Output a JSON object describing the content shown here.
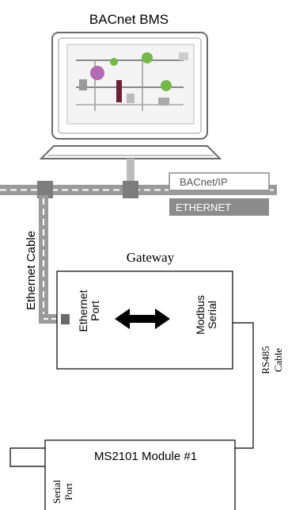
{
  "diagram": {
    "bms_title": "BACnet BMS",
    "bacnet_ip_label": "BACnet/IP",
    "ethernet_label": "ETHERNET",
    "ethernet_cable_label": "Ethernet Cable",
    "gateway_title": "Gateway",
    "gateway_port_left_line1": "Ethernet",
    "gateway_port_left_line2": "Port",
    "gateway_port_right_line1": "Modbus",
    "gateway_port_right_line2": "Serial",
    "rs485_line1": "RS485",
    "rs485_line2": "Cable",
    "module_title": "MS2101 Module #1",
    "module_port_line1": "Serial",
    "module_port_line2": "Port"
  },
  "colors": {
    "network_bar": "#9a9a9a",
    "network_dark": "#7c7c7c",
    "dash": "#ffffff",
    "outline": "#000000",
    "screen_bg": "#f4f4f4",
    "screen_purple": "#b36bb3",
    "screen_green": "#74b84a",
    "screen_maroon": "#6a2035"
  }
}
